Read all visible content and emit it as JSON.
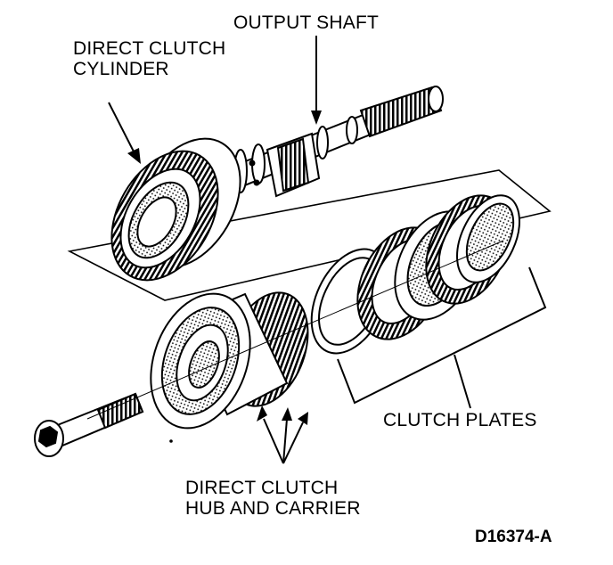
{
  "labels": {
    "output_shaft": "OUTPUT SHAFT",
    "direct_clutch_cylinder_line1": "DIRECT CLUTCH",
    "direct_clutch_cylinder_line2": "CYLINDER",
    "clutch_plates": "CLUTCH PLATES",
    "hub_and_carrier_line1": "DIRECT CLUTCH",
    "hub_and_carrier_line2": "HUB AND CARRIER"
  },
  "figure_id": "D16374-A",
  "colors": {
    "ink": "#000000",
    "paper": "#ffffff",
    "shade": "#7a7a7a"
  }
}
